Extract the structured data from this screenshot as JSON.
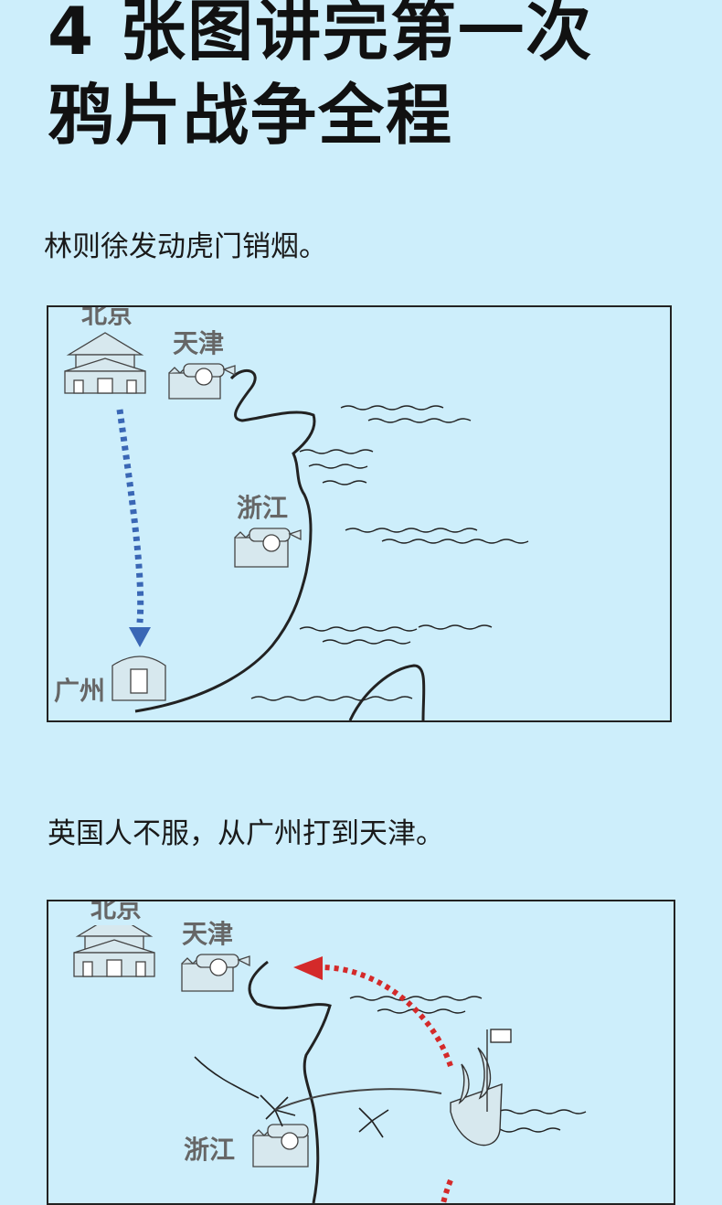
{
  "title": {
    "line1": "4 张图讲完第一次",
    "line2": "鸦片战争全程"
  },
  "sections": [
    {
      "caption": "林则徐发动虎门销烟。",
      "places": {
        "beijing": "北京",
        "tianjin": "天津",
        "zhejiang": "浙江",
        "guangzhou": "广州"
      },
      "arrow_color": "#3a67b5"
    },
    {
      "caption": "英国人不服，从广州打到天津。",
      "places": {
        "beijing": "北京",
        "tianjin": "天津",
        "zhejiang": "浙江"
      },
      "arrow_color": "#d42a2a"
    }
  ]
}
